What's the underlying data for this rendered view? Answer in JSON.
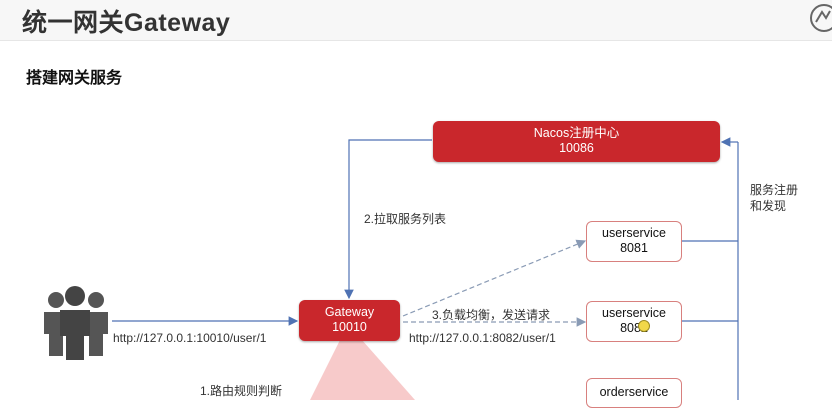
{
  "header": {
    "title": "统一网关Gateway"
  },
  "section": {
    "subtitle": "搭建网关服务"
  },
  "nodes": {
    "nacos": {
      "line1": "Nacos注册中心",
      "line2": "10086"
    },
    "gateway": {
      "line1": "Gateway",
      "line2": "10010"
    },
    "userservice1": {
      "line1": "userservice",
      "line2": "8081"
    },
    "userservice2": {
      "line1": "userservice",
      "line2": "8082"
    },
    "orderservice": {
      "line1": "orderservice"
    }
  },
  "labels": {
    "pull_list": "2.拉取服务列表",
    "load_balance": "3.负载均衡，发送请求",
    "client_url": "http://127.0.0.1:10010/user/1",
    "forward_url": "http://127.0.0.1:8082/user/1",
    "route_judge": "1.路由规则判断",
    "discovery_line1": "服务注册",
    "discovery_line2": "和发现"
  },
  "colors": {
    "accent_red": "#c9272c",
    "line_blue": "#4f72b3",
    "dashed_gray": "#8a9bb5"
  },
  "icons": {
    "users": "users-group-icon",
    "logo": "circle-logo-icon"
  }
}
